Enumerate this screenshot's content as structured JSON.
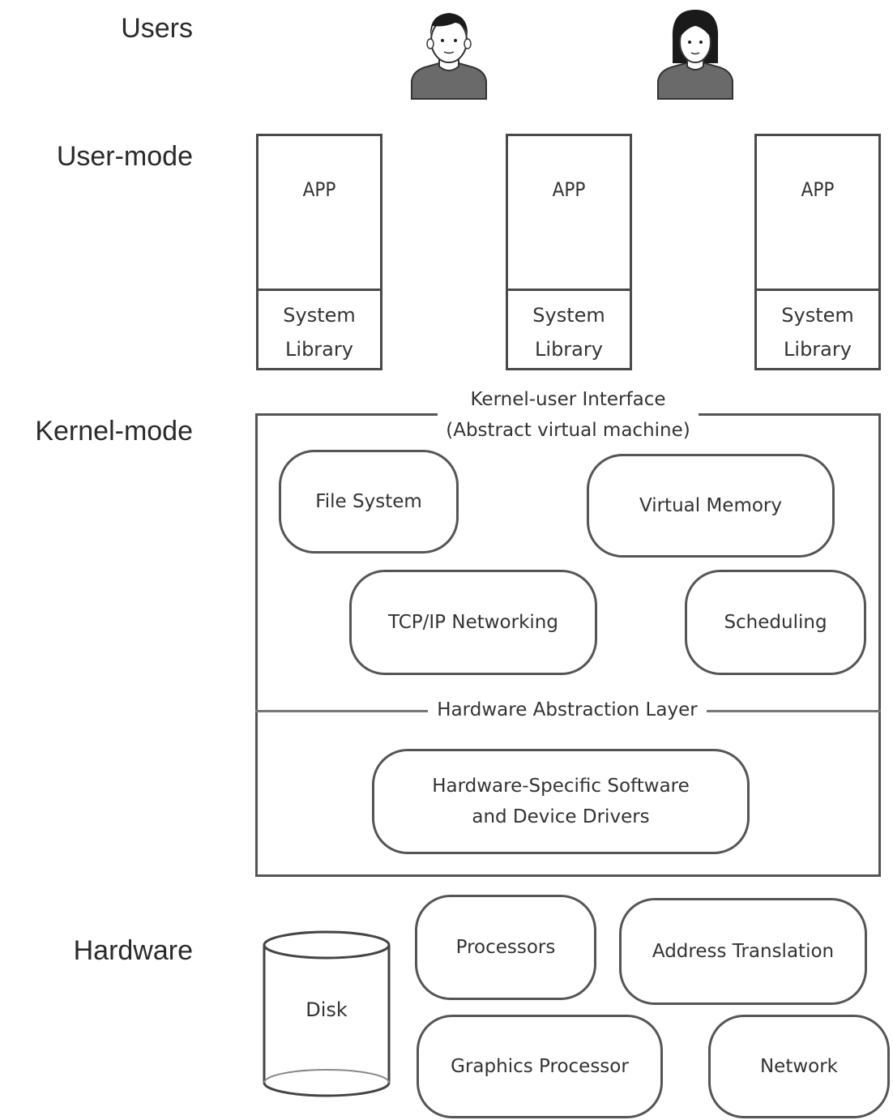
{
  "layers": {
    "users": "Users",
    "user_mode": "User-mode",
    "kernel_mode": "Kernel-mode",
    "hardware": "Hardware"
  },
  "apps": [
    {
      "app": "APP",
      "lib_line1": "System",
      "lib_line2": "Library"
    },
    {
      "app": "APP",
      "lib_line1": "System",
      "lib_line2": "Library"
    },
    {
      "app": "APP",
      "lib_line1": "System",
      "lib_line2": "Library"
    }
  ],
  "kernel": {
    "interface_line1": "Kernel-user Interface",
    "interface_line2": "(Abstract virtual machine)",
    "file_system": "File System",
    "virtual_memory": "Virtual Memory",
    "tcpip": "TCP/IP Networking",
    "scheduling": "Scheduling",
    "hal": "Hardware Abstraction Layer",
    "drivers_line1": "Hardware-Specific Software",
    "drivers_line2": "and Device Drivers"
  },
  "hardware": {
    "disk": "Disk",
    "processors": "Processors",
    "address_translation": "Address Translation",
    "graphics_processor": "Graphics Processor",
    "network": "Network"
  },
  "icons": {
    "user_male": "user-male-icon",
    "user_female": "user-female-icon",
    "disk": "disk-cylinder-icon"
  }
}
